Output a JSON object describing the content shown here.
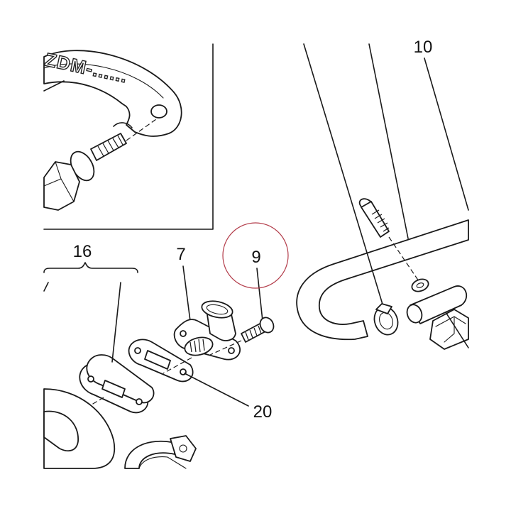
{
  "inset": {
    "label": "ZDM-......"
  },
  "callouts": {
    "part_7": "7",
    "part_9": "9",
    "part_10": "10",
    "part_16": "16",
    "part_20": "20"
  },
  "highlight": {
    "color": "#b23a48",
    "target": "9"
  }
}
